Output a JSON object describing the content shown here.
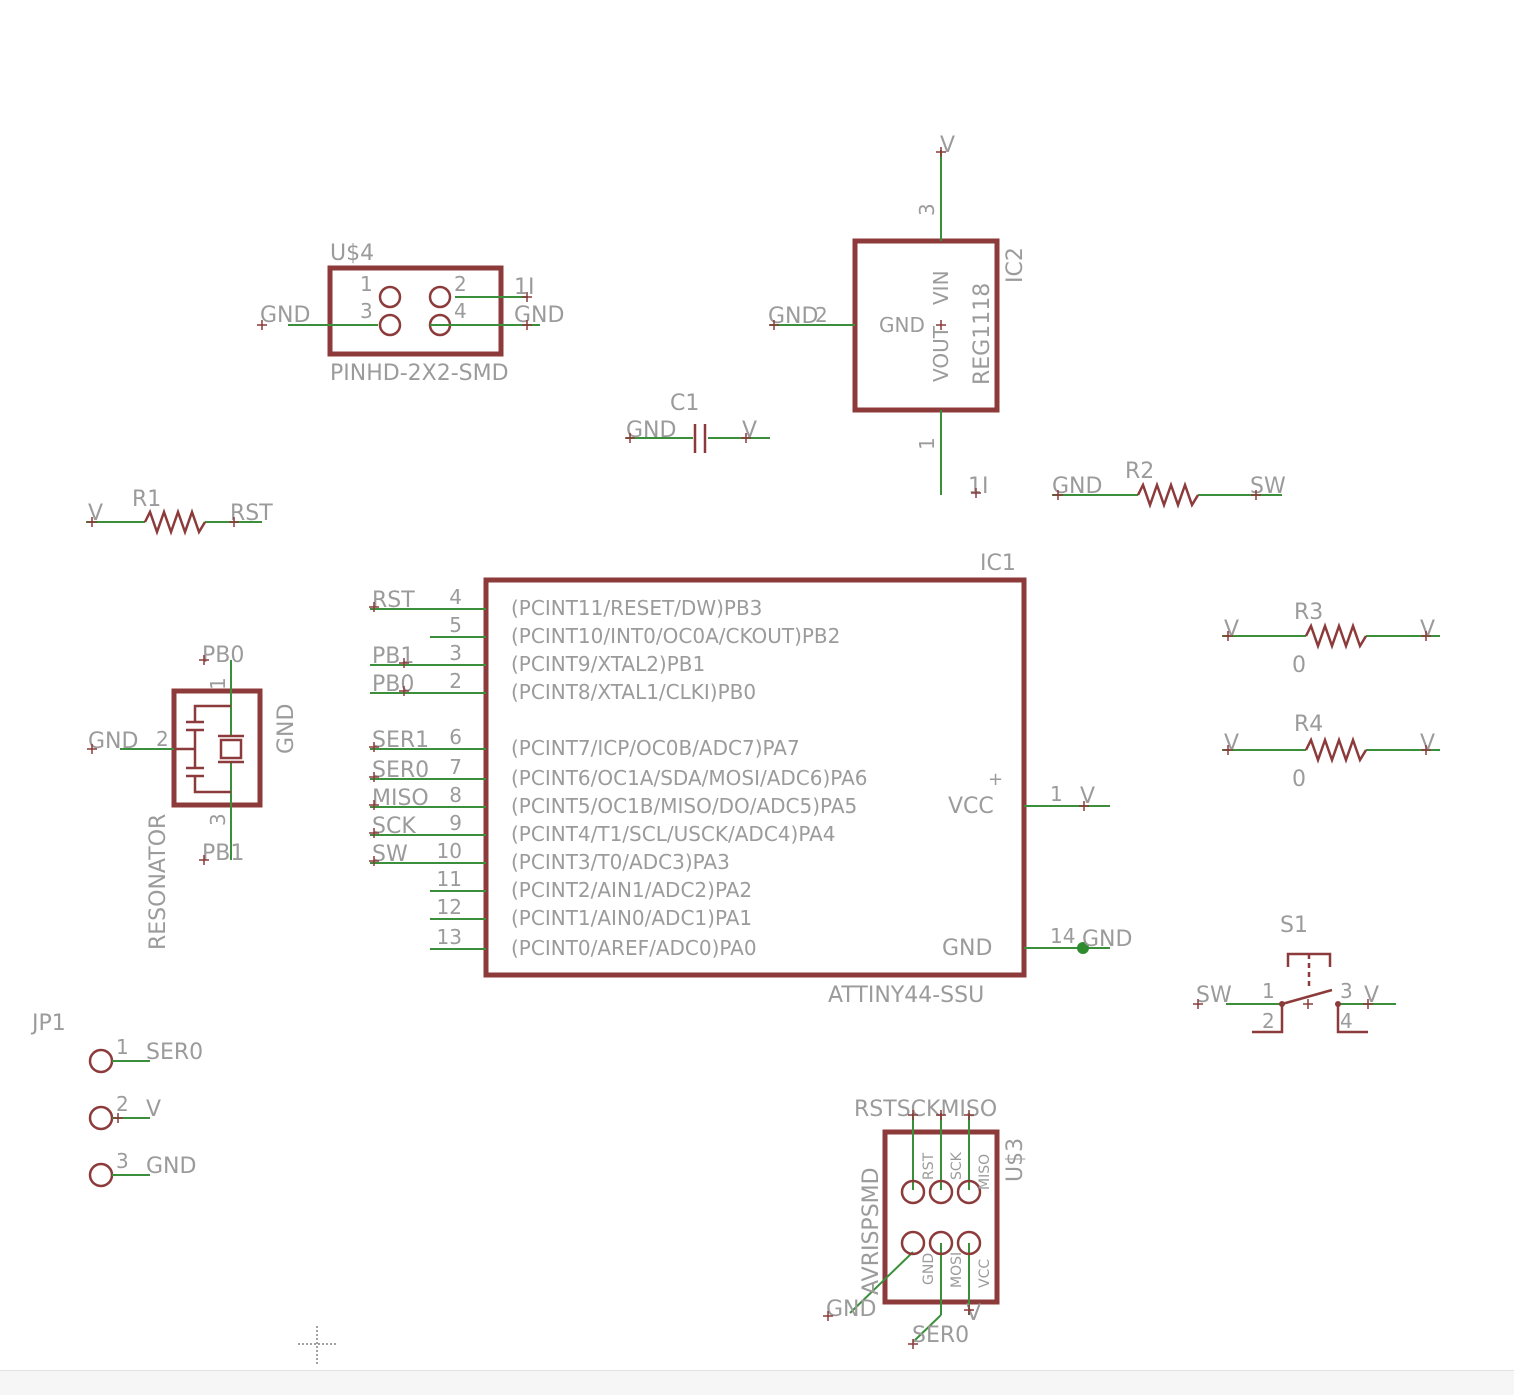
{
  "colors": {
    "component_outline": "#8c3a3a",
    "net_wire": "#3b8f3b",
    "label_text": "#9b9b9b",
    "junction": "#2e8b2e"
  },
  "icons": [
    "crosshair-cursor-icon"
  ],
  "components": {
    "u4": {
      "name": "U$4",
      "value": "PINHD-2X2-SMD",
      "pins": [
        "1",
        "2",
        "3",
        "4"
      ],
      "nets": {
        "left": "GND",
        "right_top": "1I",
        "right_bottom": "GND"
      }
    },
    "ic2": {
      "name": "IC2",
      "value": "REG1118",
      "pin_names": {
        "gnd": "GND",
        "vin": "VIN",
        "vout": "VOUT"
      },
      "pins": {
        "top": "3",
        "left": "2",
        "bottom": "1"
      },
      "nets": {
        "top": "V",
        "left": "GND",
        "bottom": "1I"
      }
    },
    "c1": {
      "name": "C1",
      "nets": {
        "left": "GND",
        "right": "V"
      }
    },
    "r1": {
      "name": "R1",
      "nets": {
        "left": "V",
        "right": "RST"
      }
    },
    "r2": {
      "name": "R2",
      "nets": {
        "left": "GND",
        "right": "SW"
      }
    },
    "r3": {
      "name": "R3",
      "value": "0",
      "nets": {
        "left": "V",
        "right": "V"
      }
    },
    "r4": {
      "name": "R4",
      "value": "0",
      "nets": {
        "left": "V",
        "right": "V"
      }
    },
    "ic1": {
      "name": "IC1",
      "value": "ATTINY44-SSU",
      "left_pins": [
        {
          "num": "4",
          "label": "(PCINT11/RESET/DW)PB3",
          "net": "RST"
        },
        {
          "num": "5",
          "label": "(PCINT10/INT0/OC0A/CKOUT)PB2",
          "net": ""
        },
        {
          "num": "3",
          "label": "(PCINT9/XTAL2)PB1",
          "net": "PB1"
        },
        {
          "num": "2",
          "label": "(PCINT8/XTAL1/CLKI)PB0",
          "net": "PB0"
        },
        {
          "num": "6",
          "label": "(PCINT7/ICP/OC0B/ADC7)PA7",
          "net": "SER1"
        },
        {
          "num": "7",
          "label": "(PCINT6/OC1A/SDA/MOSI/ADC6)PA6",
          "net": "SER0"
        },
        {
          "num": "8",
          "label": "(PCINT5/OC1B/MISO/DO/ADC5)PA5",
          "net": "MISO"
        },
        {
          "num": "9",
          "label": "(PCINT4/T1/SCL/USCK/ADC4)PA4",
          "net": "SCK"
        },
        {
          "num": "10",
          "label": "(PCINT3/T0/ADC3)PA3",
          "net": "SW"
        },
        {
          "num": "11",
          "label": "(PCINT2/AIN1/ADC2)PA2",
          "net": ""
        },
        {
          "num": "12",
          "label": "(PCINT1/AIN0/ADC1)PA1",
          "net": ""
        },
        {
          "num": "13",
          "label": "(PCINT0/AREF/ADC0)PA0",
          "net": ""
        }
      ],
      "right_pins": [
        {
          "num": "1",
          "label": "VCC",
          "net": "V"
        },
        {
          "num": "14",
          "label": "GND",
          "net": "GND"
        }
      ]
    },
    "resonator": {
      "name": "RESONATOR",
      "pin_label": "GND",
      "pins": {
        "top": "1",
        "left": "2",
        "bottom": "3"
      },
      "nets": {
        "top": "PB0",
        "left": "GND",
        "bottom": "PB1"
      }
    },
    "jp1": {
      "name": "JP1",
      "pins": [
        {
          "num": "1",
          "net": "SER0"
        },
        {
          "num": "2",
          "net": "V"
        },
        {
          "num": "3",
          "net": "GND"
        }
      ]
    },
    "s1": {
      "name": "S1",
      "pins": [
        "1",
        "2",
        "3",
        "4"
      ],
      "nets": {
        "left": "SW",
        "right": "V"
      }
    },
    "u3": {
      "name": "U$3",
      "value": "AVRISPSMD",
      "top_pin_labels": [
        "RST",
        "SCK",
        "MISO"
      ],
      "bottom_pin_labels": [
        "GND",
        "MOSI",
        "VCC"
      ],
      "top_nets_label": "RSTSCKMISO",
      "nets": {
        "gnd": "GND",
        "mosi": "SER0",
        "vcc": "V"
      }
    }
  }
}
